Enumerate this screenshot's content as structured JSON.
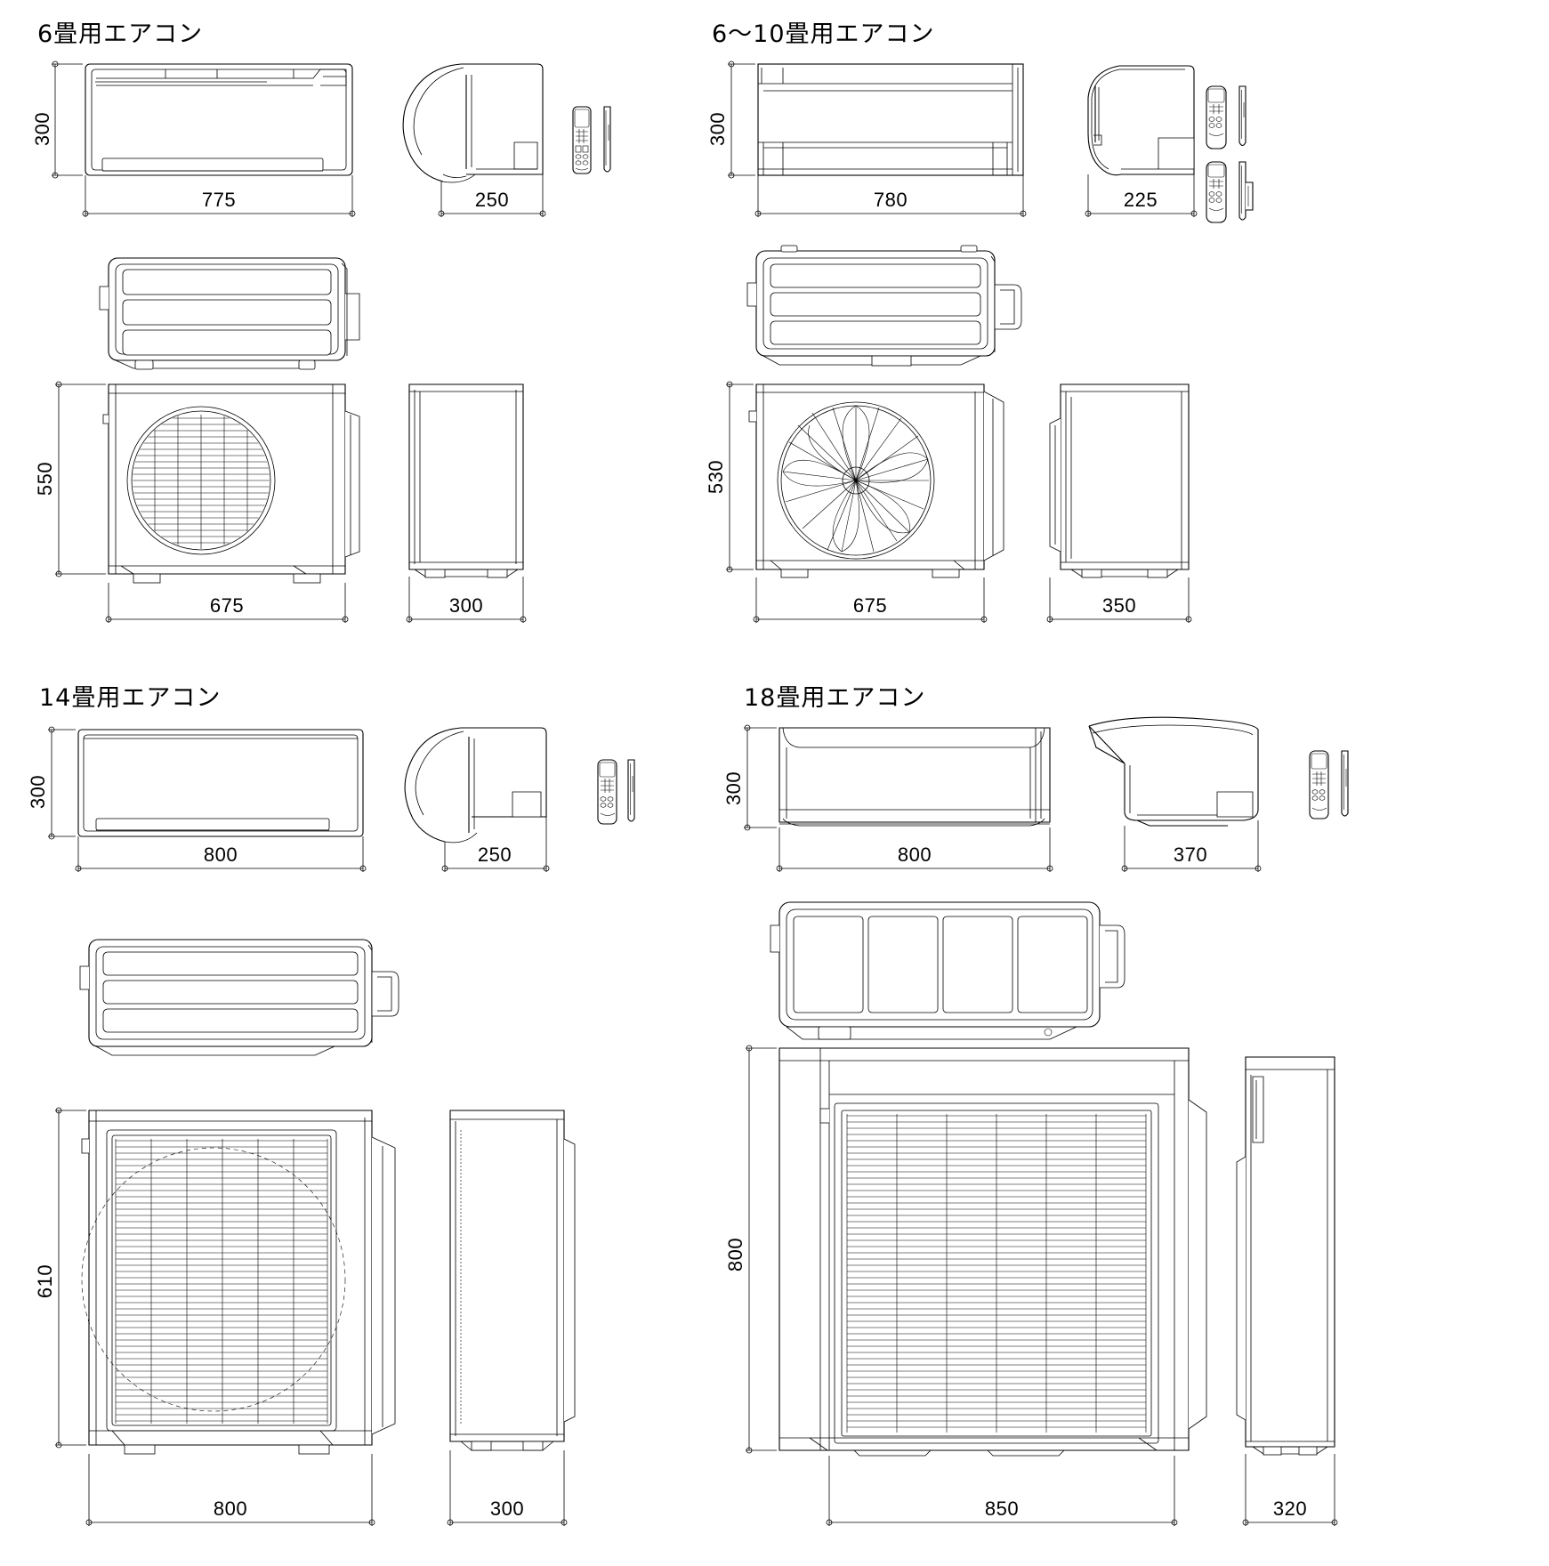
{
  "document": {
    "type": "technical-dimension-drawing",
    "subject": "エアコン外形寸法図",
    "units": "mm"
  },
  "quadrants": [
    {
      "id": "q1",
      "title": "6畳用エアコン",
      "indoor_unit": {
        "front_view": {
          "width_label": "775",
          "height_label": "300"
        },
        "side_view": {
          "depth_label": "250"
        }
      },
      "outdoor_unit": {
        "top_view": {},
        "front_view": {
          "width_label": "675",
          "height_label": "550"
        },
        "side_view": {
          "depth_label": "300"
        }
      },
      "remote": {
        "count": 1,
        "views": [
          "front",
          "side"
        ]
      }
    },
    {
      "id": "q2",
      "title": "6〜10畳用エアコン",
      "indoor_unit": {
        "front_view": {
          "width_label": "780",
          "height_label": "300"
        },
        "side_view": {
          "depth_label": "225"
        }
      },
      "outdoor_unit": {
        "top_view": {},
        "front_view": {
          "width_label": "675",
          "height_label": "530"
        },
        "side_view": {
          "depth_label": "350"
        }
      },
      "remote": {
        "count": 2,
        "views": [
          "front",
          "side"
        ]
      }
    },
    {
      "id": "q3",
      "title": "14畳用エアコン",
      "indoor_unit": {
        "front_view": {
          "width_label": "800",
          "height_label": "300"
        },
        "side_view": {
          "depth_label": "250"
        }
      },
      "outdoor_unit": {
        "top_view": {},
        "front_view": {
          "width_label": "800",
          "height_label": "610"
        },
        "side_view": {
          "depth_label": "300"
        }
      },
      "remote": {
        "count": 1,
        "views": [
          "front",
          "side"
        ]
      }
    },
    {
      "id": "q4",
      "title": "18畳用エアコン",
      "indoor_unit": {
        "front_view": {
          "width_label": "800",
          "height_label": "300"
        },
        "side_view": {
          "depth_label": "370"
        }
      },
      "outdoor_unit": {
        "top_view": {},
        "front_view": {
          "width_label": "850",
          "height_label": "800"
        },
        "side_view": {
          "depth_label": "320"
        }
      },
      "remote": {
        "count": 1,
        "views": [
          "front",
          "side"
        ]
      }
    }
  ],
  "colors": {
    "line": "#000000",
    "background": "#ffffff"
  }
}
